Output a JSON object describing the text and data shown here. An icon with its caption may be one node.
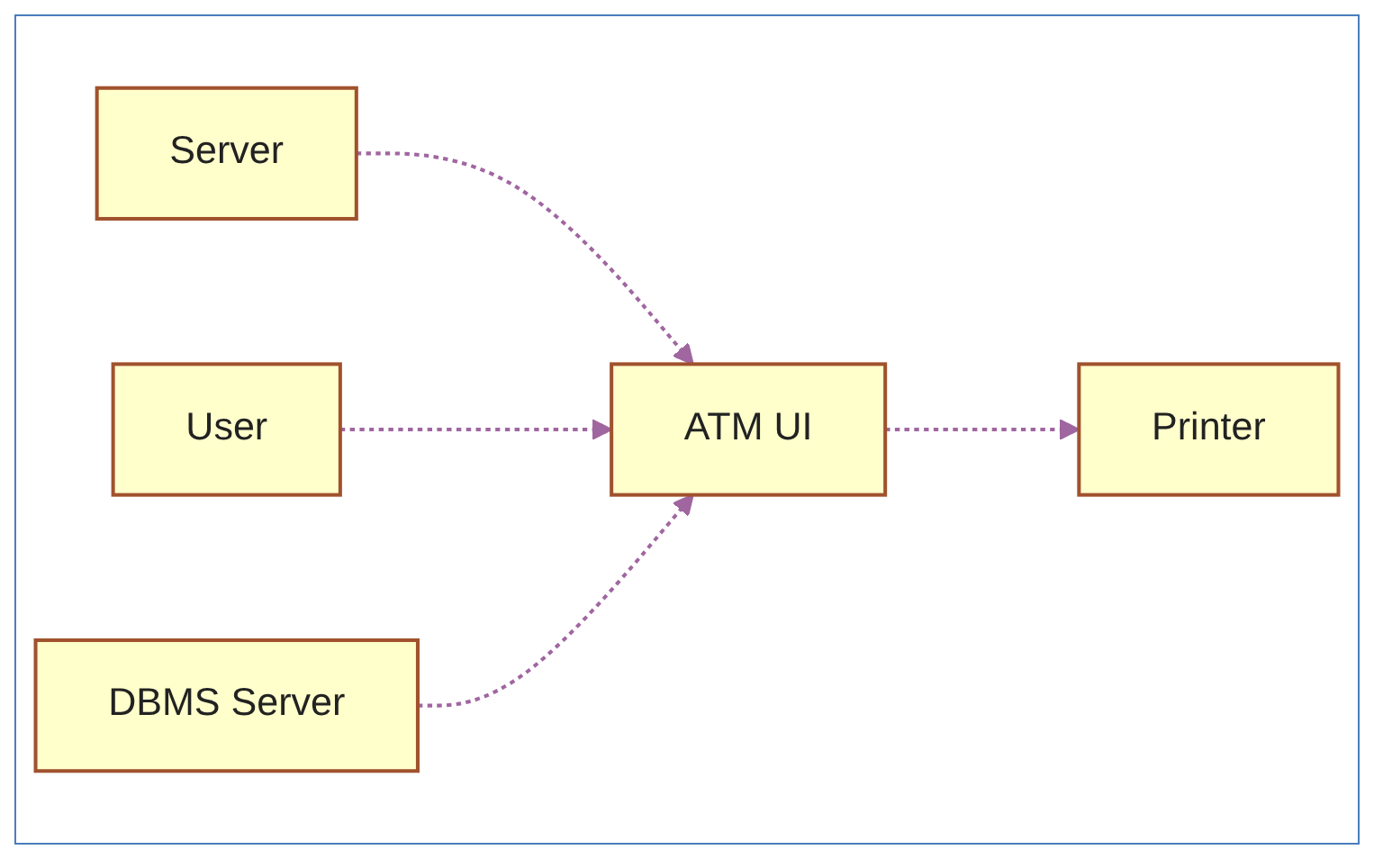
{
  "diagram": {
    "nodes": [
      {
        "text": [
          "Server"
        ]
      },
      {
        "text": [
          "User"
        ]
      },
      {
        "text": [
          "ATM UI"
        ]
      },
      {
        "text": [
          "Printer"
        ]
      },
      {
        "text": [
          "DBMS Server"
        ]
      }
    ],
    "edges": [
      {
        "from": 0,
        "to": 2,
        "arrow": "to",
        "style": "dashed"
      },
      {
        "from": 1,
        "to": 2,
        "arrow": "to",
        "style": "dashed"
      },
      {
        "from": 2,
        "to": 3,
        "arrow": "to",
        "style": "dashed"
      },
      {
        "from": 4,
        "to": 2,
        "arrow": "to",
        "style": "dashed"
      }
    ]
  }
}
